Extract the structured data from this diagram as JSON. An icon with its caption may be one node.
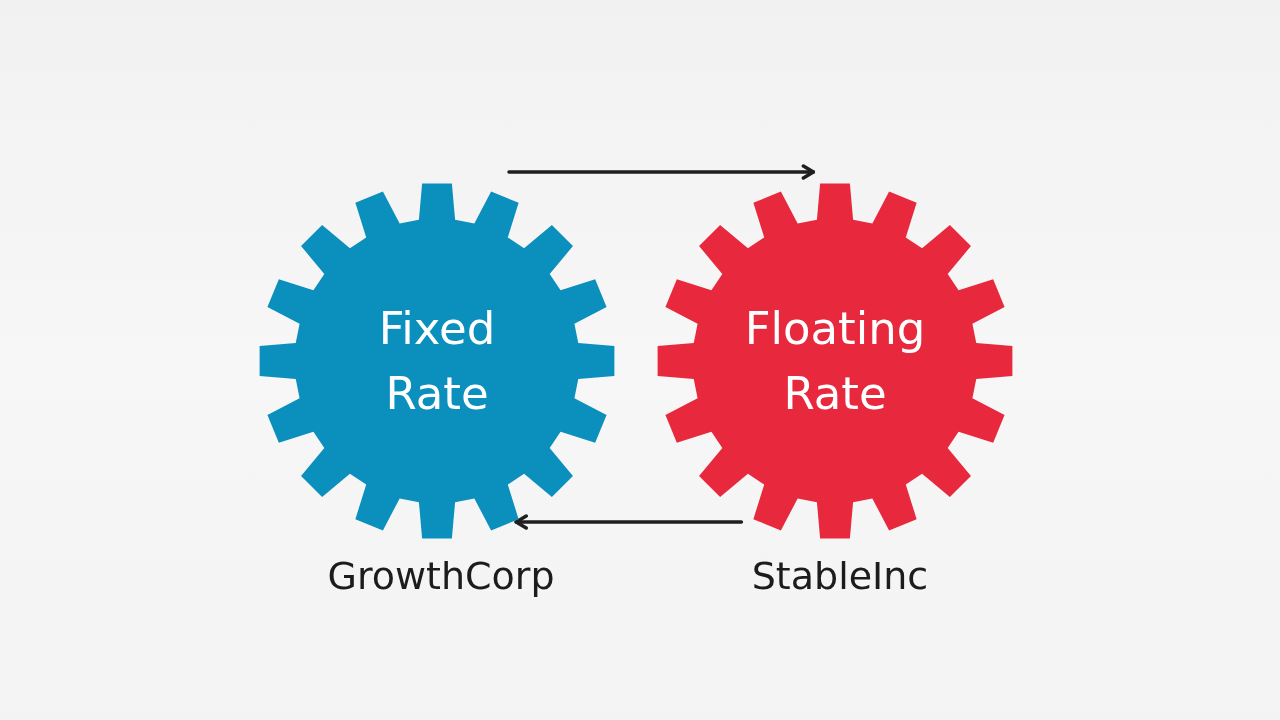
{
  "diagram": {
    "nodes": [
      {
        "text": [
          "Fixed Rate"
        ],
        "beside": [
          "GrowthCorp"
        ]
      },
      {
        "text": [
          "Floating Rate"
        ],
        "beside": [
          "StableInc"
        ]
      }
    ],
    "edges": [
      {
        "from": 0,
        "to": 1,
        "arrow": "to"
      },
      {
        "from": 1,
        "to": 0,
        "arrow": "to"
      }
    ]
  }
}
